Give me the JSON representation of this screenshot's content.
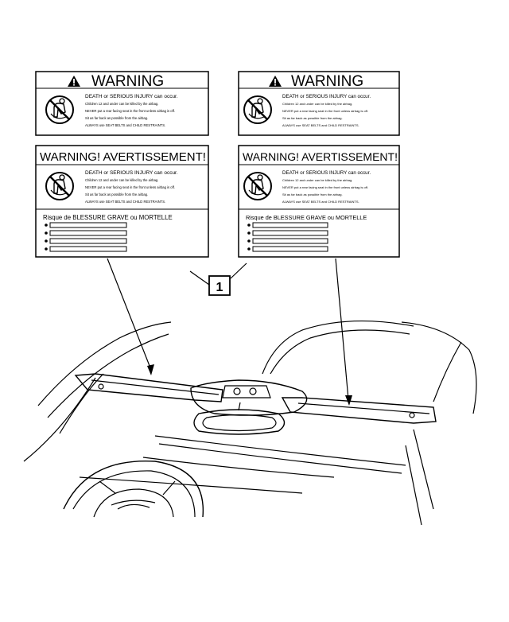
{
  "labels": [
    {
      "id": "us-left",
      "title": "WARNING",
      "headline": "DEATH or SERIOUS INJURY can occur.",
      "bullets": [
        "Children 12 and under can be killed by the airbag.",
        "NEVER put a rear facing seat in the front unless airbag is off.",
        "Sit as far back as possible from the airbag.",
        "ALWAYS use SEAT BELTS and CHILD RESTRAINTS."
      ]
    },
    {
      "id": "us-right",
      "title": "WARNING",
      "headline": "DEATH or SERIOUS INJURY can occur.",
      "bullets": [
        "Children 12 and under can be killed by the airbag.",
        "NEVER put a rear facing seat in the front unless airbag is off.",
        "Sit as far back as possible from the airbag.",
        "ALWAYS use SEAT BELTS and CHILD RESTRAINTS."
      ]
    },
    {
      "id": "ca-left",
      "title": "WARNING! AVERTISSEMENT!",
      "headline": "DEATH or SERIOUS INJURY can occur.",
      "bullets": [
        "Children 12 and under can be killed by the airbag.",
        "NEVER put a rear facing seat in the front unless airbag is off.",
        "Sit as far back as possible from the airbag.",
        "ALWAYS use SEAT BELTS and CHILD RESTRAINTS."
      ],
      "french_headline": "Risque de BLESSURE GRAVE ou MORTELLE"
    },
    {
      "id": "ca-right",
      "title": "WARNING! AVERTISSEMENT!",
      "headline": "DEATH or SERIOUS INJURY can occur.",
      "bullets": [
        "Children 12 and under can be killed by the airbag.",
        "NEVER put a rear facing seat in the front unless airbag is off.",
        "Sit as far back as possible from the airbag.",
        "ALWAYS use SEAT BELTS and CHILD RESTRAINTS."
      ],
      "french_headline": "Risque de BLESSURE GRAVE ou MORTELLE"
    }
  ],
  "callout": {
    "number": "1"
  },
  "icons": [
    "warning-triangle-icon",
    "no-child-seat-icon"
  ]
}
